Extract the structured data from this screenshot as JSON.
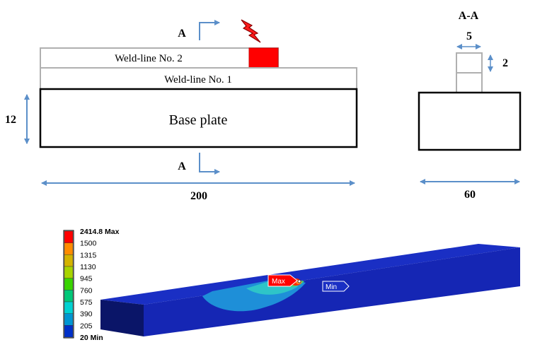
{
  "schematic": {
    "section_label_top": "A",
    "section_label_bottom": "A",
    "weld_line_2": "Weld-line No. 2",
    "weld_line_1": "Weld-line No. 1",
    "base_plate": "Base plate",
    "dim_height": "12",
    "dim_length": "200"
  },
  "section_view": {
    "title": "A-A",
    "dim_weld_width": "5",
    "dim_weld_height": "2",
    "dim_width": "60"
  },
  "contour": {
    "legend_max_label": "2414.8 Max",
    "legend_min_label": "20 Min",
    "legend_ticks": [
      "1500",
      "1315",
      "1130",
      "945",
      "760",
      "575",
      "390",
      "205"
    ],
    "legend_colors": [
      "#ff0000",
      "#ff8c00",
      "#d4b400",
      "#a8d400",
      "#39d400",
      "#00c878",
      "#00d2d2",
      "#0096d2",
      "#0030c8"
    ],
    "probe_max": "Max",
    "probe_min": "Min",
    "colors": {
      "beam_top": "#1a2fc4",
      "beam_front": "#1526b4",
      "beam_end": "#0a1568",
      "heat_outer": "#1e8fd8",
      "heat_inner": "#2ec4c8",
      "heat_core": "#4ad46a"
    }
  }
}
